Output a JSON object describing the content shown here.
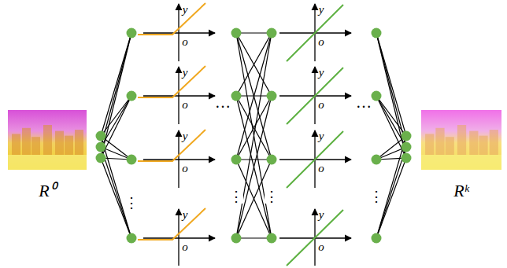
{
  "diagram": {
    "labels": [
      "R⁰",
      "y",
      "o",
      "y",
      "o",
      "y",
      "o",
      "y",
      "o",
      "⋮",
      "…",
      "⋮",
      "⋮",
      "y",
      "o",
      "y",
      "o",
      "y",
      "o",
      "y",
      "o",
      "…",
      "⋮",
      "Rᵏ"
    ]
  }
}
